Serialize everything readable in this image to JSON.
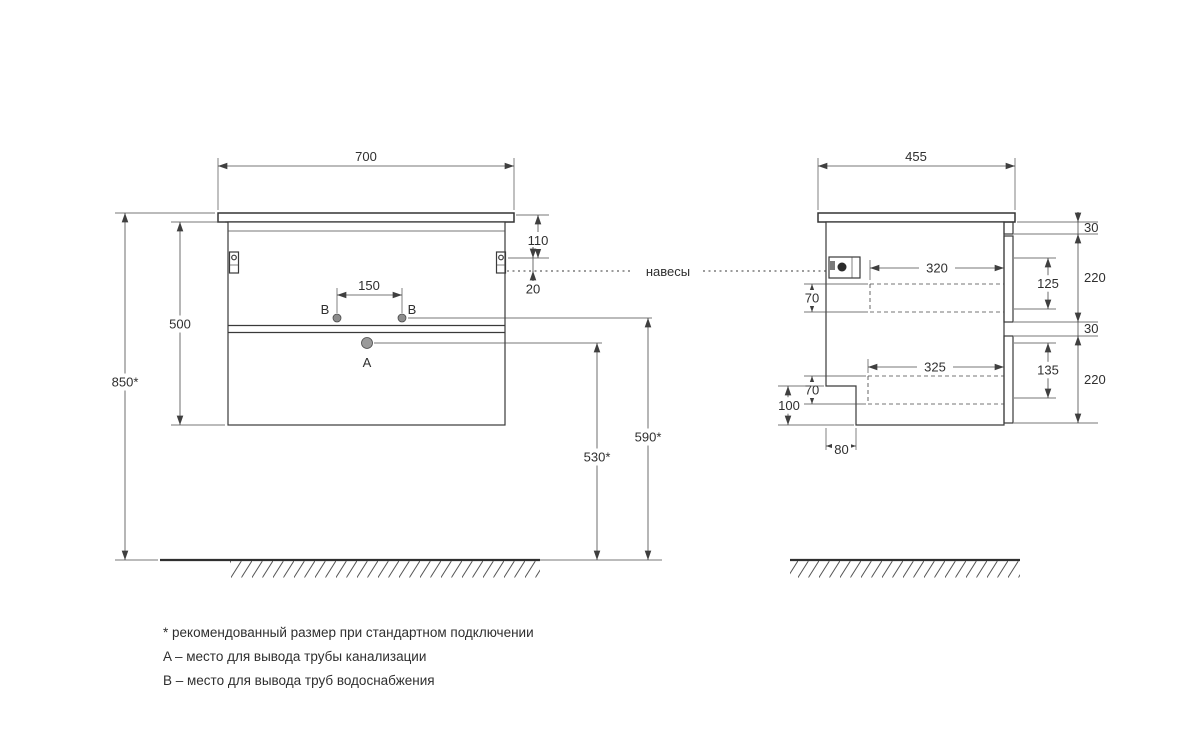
{
  "drawing": {
    "front": {
      "width": "700",
      "cabinet_height": "500",
      "mount_height": "850*",
      "hanger_top": "110",
      "hanger_gap": "20",
      "outlet_spacing": "150",
      "drain_height": "530*",
      "water_height": "590*",
      "point_a": "A",
      "point_b_left": "B",
      "point_b_right": "B"
    },
    "side": {
      "depth": "455",
      "top_rail": "30",
      "drawer1_inner": "125",
      "drawer1_front": "220",
      "mid_gap": "30",
      "drawer2_inner": "135",
      "drawer2_front": "220",
      "drawer1_depth": "320",
      "box1_height": "70",
      "drawer2_depth": "325",
      "box2_height": "70",
      "recess_height": "100",
      "recess_depth": "80"
    },
    "callout_hangers": "навесы"
  },
  "footnotes": [
    "* рекомендованный размер при стандартном подключении",
    "A – место для вывода трубы канализации",
    "B – место для вывода труб водоснабжения"
  ]
}
